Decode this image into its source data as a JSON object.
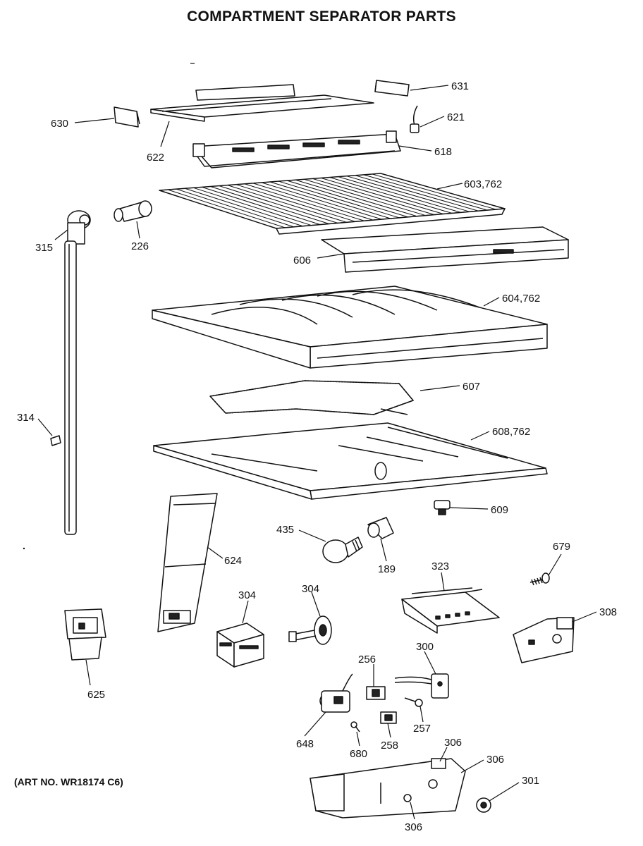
{
  "title": "COMPARTMENT SEPARATOR PARTS",
  "art_number": "(ART NO. WR18174 C6)",
  "parts": [
    {
      "id": "p631",
      "label": "631"
    },
    {
      "id": "p630",
      "label": "630"
    },
    {
      "id": "p621",
      "label": "621"
    },
    {
      "id": "p622",
      "label": "622"
    },
    {
      "id": "p618",
      "label": "618"
    },
    {
      "id": "p603",
      "label": "603,762"
    },
    {
      "id": "p315",
      "label": "315"
    },
    {
      "id": "p226",
      "label": "226"
    },
    {
      "id": "p606",
      "label": "606"
    },
    {
      "id": "p604",
      "label": "604,762"
    },
    {
      "id": "p607",
      "label": "607"
    },
    {
      "id": "p314",
      "label": "314"
    },
    {
      "id": "p608",
      "label": "608,762"
    },
    {
      "id": "p609",
      "label": "609"
    },
    {
      "id": "p435",
      "label": "435"
    },
    {
      "id": "p189",
      "label": "189"
    },
    {
      "id": "p624",
      "label": "624"
    },
    {
      "id": "p679",
      "label": "679"
    },
    {
      "id": "p323",
      "label": "323"
    },
    {
      "id": "p304a",
      "label": "304"
    },
    {
      "id": "p304b",
      "label": "304"
    },
    {
      "id": "p308",
      "label": "308"
    },
    {
      "id": "p625",
      "label": "625"
    },
    {
      "id": "p300",
      "label": "300"
    },
    {
      "id": "p256",
      "label": "256"
    },
    {
      "id": "p257",
      "label": "257"
    },
    {
      "id": "p648",
      "label": "648"
    },
    {
      "id": "p258",
      "label": "258"
    },
    {
      "id": "p680",
      "label": "680"
    },
    {
      "id": "p306a",
      "label": "306"
    },
    {
      "id": "p306b",
      "label": "306"
    },
    {
      "id": "p301",
      "label": "301"
    },
    {
      "id": "p306c",
      "label": "306"
    }
  ]
}
